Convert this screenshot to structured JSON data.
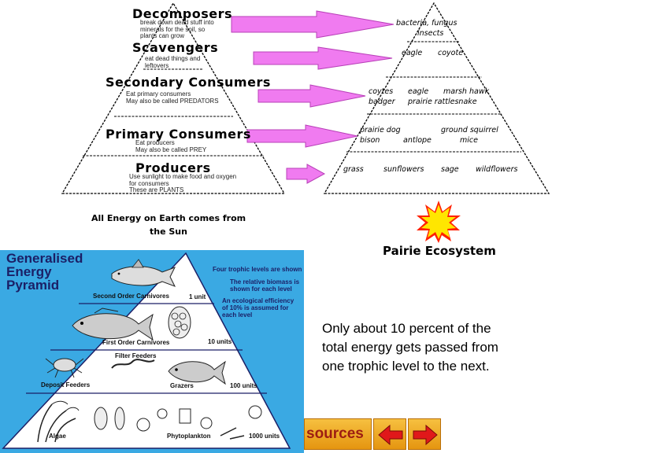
{
  "food_chain": {
    "tiers": [
      {
        "title": "Decomposers",
        "desc": "break down dead stuff into\nminerals for the soil, so\nplants can grow"
      },
      {
        "title": "Scavengers",
        "desc": "eat dead things and\nleftovers"
      },
      {
        "title": "Secondary Consumers",
        "desc": "Eat primary consumers\nMay also be called PREDATORS"
      },
      {
        "title": "Primary Consumers",
        "desc": "Eat producers\nMay also be called PREY"
      },
      {
        "title": "Producers",
        "desc": "Use sunlight to make food and oxygen\nfor consumers\nThese are PLANTS"
      }
    ],
    "sun_caption_line1": "All Energy on Earth comes from",
    "sun_caption_line2": "the Sun"
  },
  "prairie": {
    "title": "Pairie Ecosystem",
    "decomposers": [
      "bacteria, fungus",
      "insects"
    ],
    "scavengers": [
      "eagle",
      "coyote"
    ],
    "secondary": [
      "coytes",
      "eagle",
      "marsh hawk",
      "badger",
      "prairie rattlesnake"
    ],
    "primary": [
      "prairie dog",
      "ground squirrel",
      "bison",
      "antlope",
      "mice"
    ],
    "producers": [
      "grass",
      "sunflowers",
      "sage",
      "wildflowers"
    ]
  },
  "generalised": {
    "title": "Generalised\nEnergy\nPyramid",
    "note1": "Four trophic levels are shown",
    "note2": "The relative biomass is shown for each level",
    "note3": "An ecological efficiency of 10% is assumed for each level",
    "levels": [
      {
        "name": "Second Order Carnivores",
        "units": "1 unit"
      },
      {
        "name": "First Order Carnivores",
        "units": "10 units"
      },
      {
        "name": "Filter Feeders",
        "name2": "Deposit Feeders",
        "name3": "Grazers",
        "units": "100 units"
      },
      {
        "name": "Algae",
        "name2": "Phytoplankton",
        "units": "1000 units"
      }
    ]
  },
  "note": "Only about 10 percent of the total energy gets passed from one trophic level to the next.",
  "nav": {
    "sources_label": "sources"
  },
  "colors": {
    "arrow": "#f07bf0",
    "arrow_stroke": "#b840b8",
    "panel_bg": "#3aa9e3",
    "sun": "#ffe600",
    "sun_rays": "#ff2000"
  }
}
